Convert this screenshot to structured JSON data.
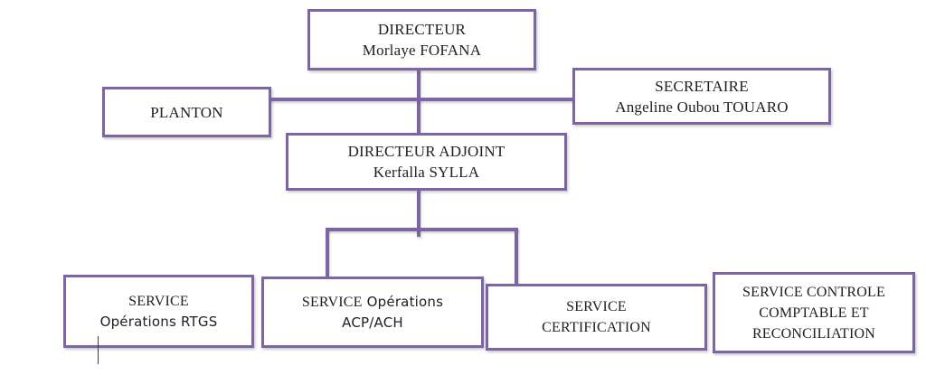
{
  "chart_data": {
    "type": "org-chart",
    "title": "",
    "hierarchy": {
      "root": "DIRECTEUR (Morlaye FOFANA)",
      "staff": [
        "PLANTON",
        "SECRETAIRE (Angeline Oubou TOUARO)"
      ],
      "deputy": "DIRECTEUR ADJOINT (Kerfalla SYLLA)",
      "services": [
        "SERVICE Opérations RTGS",
        "SERVICE Opérations ACP/ACH",
        "SERVICE CERTIFICATION",
        "SERVICE CONTROLE COMPTABLE ET RECONCILIATION"
      ]
    }
  },
  "colors": {
    "accent": "#7d64a5",
    "text": "#212121",
    "marker": "#3f3f3f"
  },
  "nodes": {
    "directeur": {
      "title": "DIRECTEUR",
      "name": "Morlaye FOFANA"
    },
    "planton": {
      "title": "PLANTON"
    },
    "secretaire": {
      "title": "SECRETAIRE",
      "name": "Angeline Oubou TOUARO"
    },
    "directeur_adjoint": {
      "title": "DIRECTEUR ADJOINT",
      "name": "Kerfalla SYLLA"
    },
    "service_rtgs": {
      "title": "SERVICE",
      "subtitle": "Opérations RTGS"
    },
    "service_acp_ach": {
      "title_serif": "SERVICE",
      "title_sans": "Opérations",
      "line2": "ACP/ACH"
    },
    "service_certification": {
      "line1": "SERVICE",
      "line2": "CERTIFICATION"
    },
    "service_controle": {
      "line1": "SERVICE CONTROLE",
      "line2": "COMPTABLE ET",
      "line3": "RECONCILIATION"
    }
  }
}
